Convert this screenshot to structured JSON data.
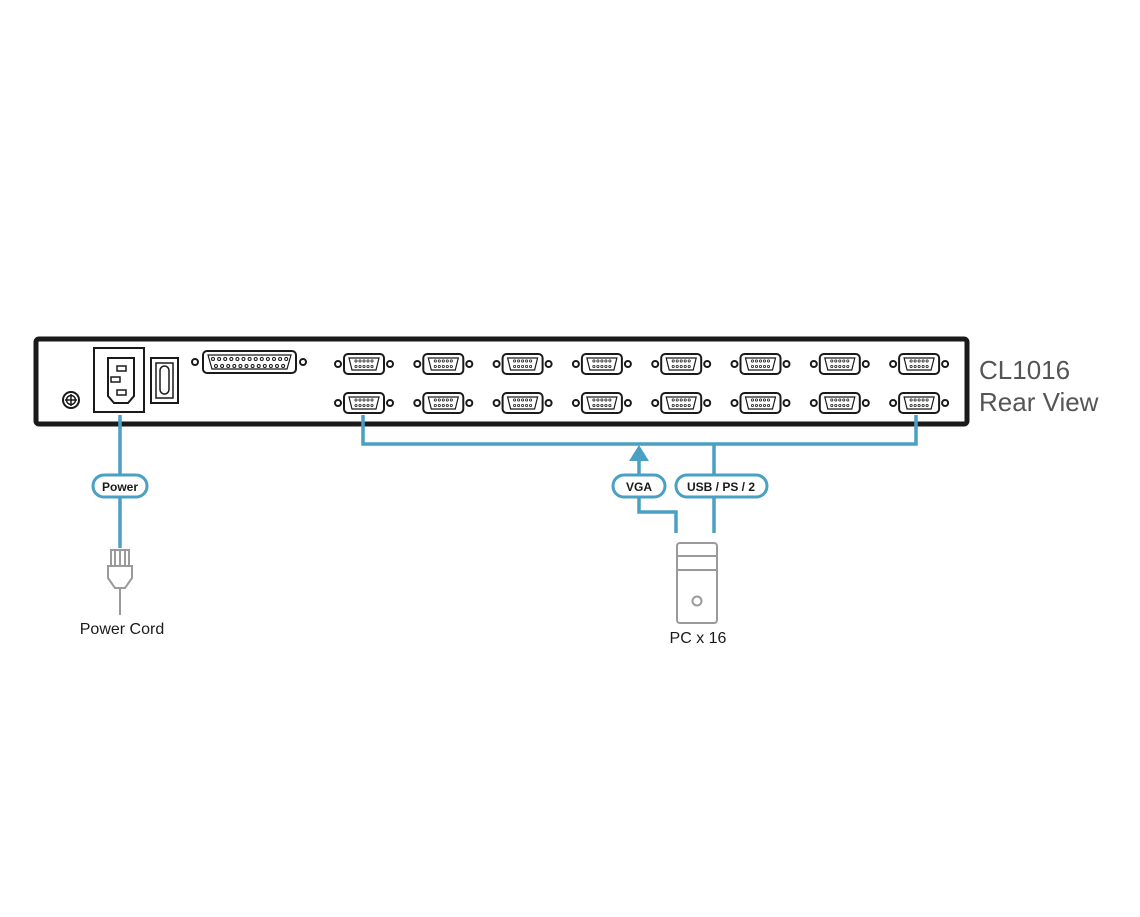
{
  "title": {
    "model": "CL1016",
    "view": "Rear View"
  },
  "labels": {
    "power_tag": "Power",
    "vga_tag": "VGA",
    "usb_tag": "USB / PS / 2",
    "power_cord": "Power Cord",
    "pc": "PC x 16"
  },
  "ports": {
    "columns": 8,
    "rows": 2
  },
  "colors": {
    "cable": "#4a9fc4",
    "outline": "#1a1a1a",
    "pc": "#9a9a9a",
    "title": "#555555"
  }
}
